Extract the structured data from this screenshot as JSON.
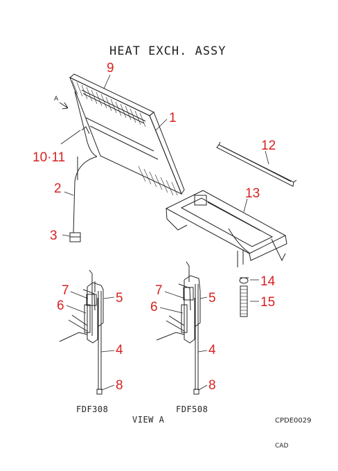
{
  "title": "HEAT EXCH. ASSY",
  "callouts": {
    "c9": "9",
    "c1": "1",
    "c12": "12",
    "c1011": "10·11",
    "c2": "2",
    "c13": "13",
    "c3": "3",
    "c14": "14",
    "c15": "15",
    "c7a": "7",
    "c5a": "5",
    "c6a": "6",
    "c4a": "4",
    "c8a": "8",
    "c7b": "7",
    "c5b": "5",
    "c6b": "6",
    "c4b": "4",
    "c8b": "8"
  },
  "view_marker": "A",
  "captions": {
    "model_left": "FDF308",
    "model_right": "FDF508",
    "view": "VIEW A",
    "code": "CPDE0029",
    "cad": "CAD"
  },
  "colors": {
    "callout": "#d92020",
    "line": "#222222"
  }
}
